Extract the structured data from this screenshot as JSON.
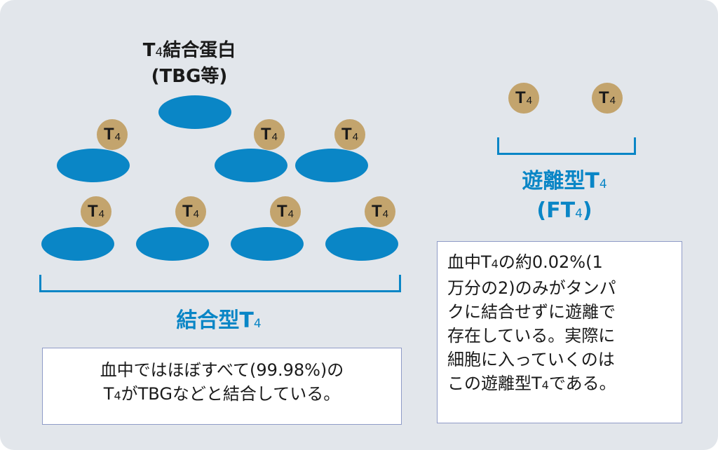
{
  "protein_label": {
    "line1_prefix": "T",
    "line1_sub": "4",
    "line1_suffix": "結合蛋白",
    "line2": "(TBG等)"
  },
  "t4_badge": {
    "main": "T",
    "sub": "4"
  },
  "bound": {
    "label_main": "結合型T",
    "label_sub": "4"
  },
  "free": {
    "label_line1_main": "遊離型T",
    "label_line1_sub": "4",
    "label_line2_pre": "(FT",
    "label_line2_sub": "4",
    "label_line2_post": ")"
  },
  "bound_note": {
    "line1": "血中ではほぼすべて(99.98%)の",
    "line2_pre": "T",
    "line2_sub": "4",
    "line2_post": "がTBGなどと結合している。"
  },
  "free_note": {
    "line1_pre": "血中T",
    "line1_sub": "4",
    "line1_post": "の約0.02%(1",
    "line2": "万分の2)のみがタンパ",
    "line3": "クに結合せずに遊離で",
    "line4": "存在している。実際に",
    "line5": "細胞に入っていくのは",
    "line6_pre": "この遊離型T",
    "line6_sub": "4",
    "line6_post": "である。"
  },
  "colors": {
    "background": "#e2e6eb",
    "protein": "#0a86c6",
    "t4": "#c3a46d",
    "accent_text": "#0a86c6"
  }
}
